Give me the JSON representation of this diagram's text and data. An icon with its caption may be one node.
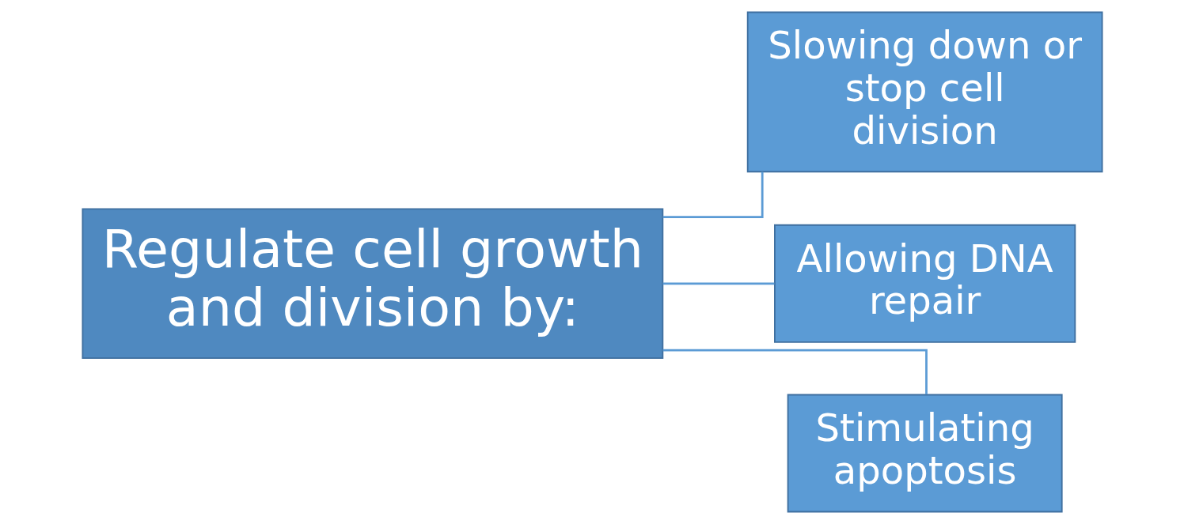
{
  "diagram": {
    "nodes": [
      {
        "text": [
          "Regulate cell growth and division by:"
        ]
      },
      {
        "text": [
          "Slowing down or stop cell division"
        ]
      },
      {
        "text": [
          "Allowing DNA repair"
        ]
      },
      {
        "text": [
          "Stimulating apoptosis"
        ]
      }
    ],
    "edges": [
      {
        "from": 0,
        "to": 1,
        "arrow": "none"
      },
      {
        "from": 0,
        "to": 2,
        "arrow": "none"
      },
      {
        "from": 0,
        "to": 3,
        "arrow": "none"
      }
    ]
  }
}
